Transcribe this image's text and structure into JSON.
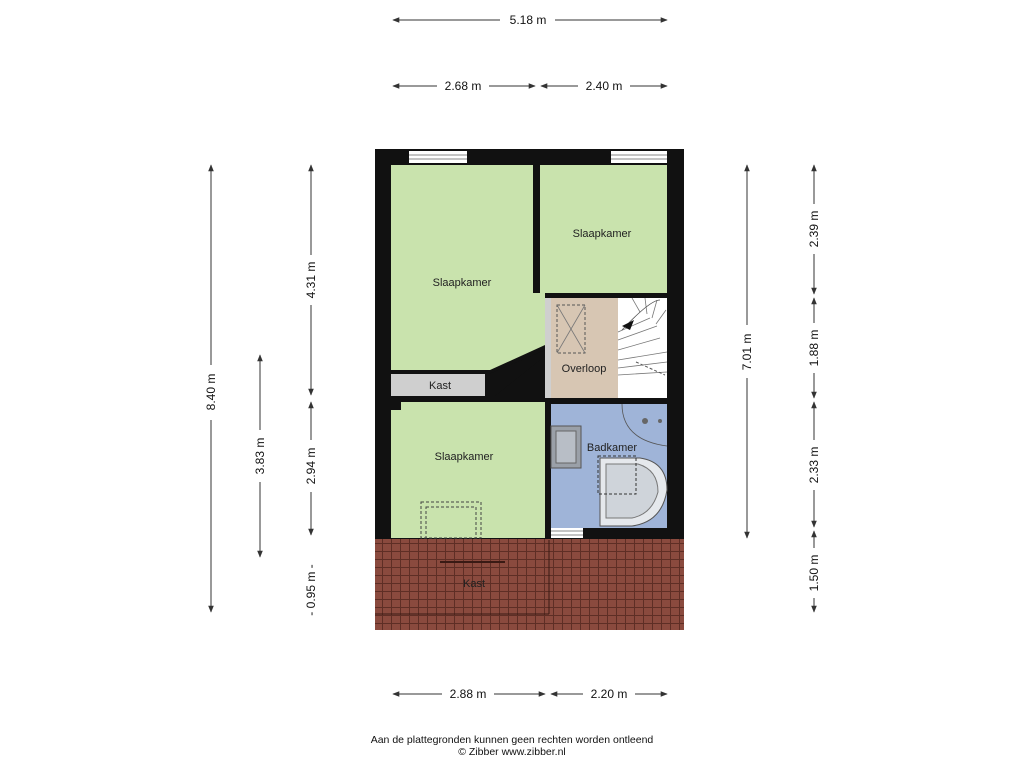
{
  "rooms": {
    "bedroom_1": "Slaapkamer",
    "bedroom_2": "Slaapkamer",
    "bedroom_3": "Slaapkamer",
    "landing": "Overloop",
    "bathroom": "Badkamer",
    "closet_1": "Kast",
    "closet_2": "Kast"
  },
  "dimensions": {
    "top_total": "5.18 m",
    "top_left": "2.68 m",
    "top_right": "2.40 m",
    "bottom_left": "2.88 m",
    "bottom_right": "2.20 m",
    "left_total": "8.40 m",
    "left_mid": "3.83 m",
    "left_upper": "4.31 m",
    "left_lower": "2.94 m",
    "left_bottom": "- 0.95 m -",
    "right_total": "7.01 m",
    "right_1": "2.39 m",
    "right_2": "1.88 m",
    "right_3": "2.33 m",
    "right_4": "1.50 m"
  },
  "footer": {
    "disclaimer": "Aan de plattegronden kunnen geen rechten worden ontleend",
    "copyright": "© Zibber www.zibber.nl"
  },
  "colors": {
    "bedroom": "#c9e3ad",
    "landing": "#d7c6b3",
    "bathroom": "#9fb4d8",
    "closet": "#cfcfcf",
    "roof": "#8a4a3e",
    "wall": "#111111"
  }
}
